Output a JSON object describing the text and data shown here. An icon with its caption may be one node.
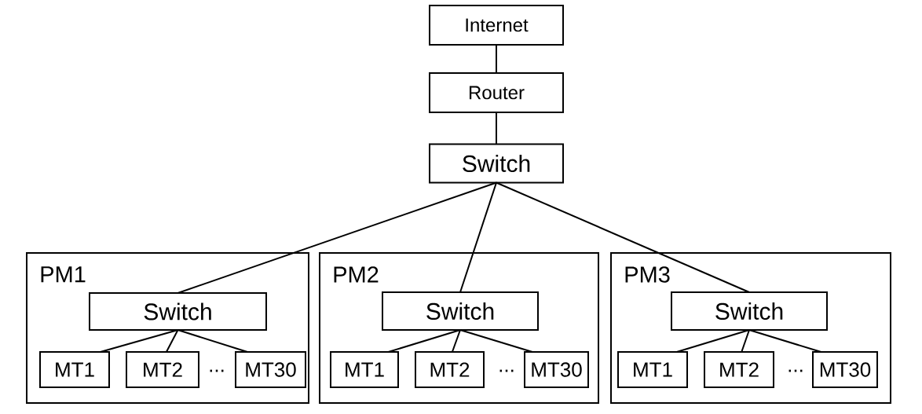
{
  "diagram": {
    "nodes": [
      {
        "text": [
          "Internet"
        ]
      },
      {
        "text": [
          "Router"
        ]
      },
      {
        "text": [
          "Switch"
        ]
      },
      {
        "text": [
          "PM1"
        ]
      },
      {
        "text": [
          "Switch"
        ],
        "in": 3
      },
      {
        "text": [
          "MT1"
        ],
        "in": 3
      },
      {
        "text": [
          "MT2"
        ],
        "in": 3
      },
      {
        "text": [
          "MT30"
        ],
        "in": 3
      },
      {
        "text": [
          "PM2"
        ]
      },
      {
        "text": [
          "Switch"
        ],
        "in": 8
      },
      {
        "text": [
          "MT1"
        ],
        "in": 8
      },
      {
        "text": [
          "MT2"
        ],
        "in": 8
      },
      {
        "text": [
          "MT30"
        ],
        "in": 8
      },
      {
        "text": [
          "PM3"
        ]
      },
      {
        "text": [
          "Switch"
        ],
        "in": 13
      },
      {
        "text": [
          "MT1"
        ],
        "in": 13
      },
      {
        "text": [
          "MT2"
        ],
        "in": 13
      },
      {
        "text": [
          "MT30"
        ],
        "in": 13
      }
    ],
    "edges": [
      {
        "from": 0,
        "to": 1,
        "arrow": "none"
      },
      {
        "from": 1,
        "to": 2,
        "arrow": "none"
      },
      {
        "from": 2,
        "to": 4,
        "arrow": "none"
      },
      {
        "from": 2,
        "to": 9,
        "arrow": "none"
      },
      {
        "from": 2,
        "to": 14,
        "arrow": "none"
      },
      {
        "from": 4,
        "to": 5,
        "arrow": "none"
      },
      {
        "from": 4,
        "to": 6,
        "arrow": "none"
      },
      {
        "from": 4,
        "to": 7,
        "arrow": "none"
      },
      {
        "from": 9,
        "to": 10,
        "arrow": "none"
      },
      {
        "from": 9,
        "to": 11,
        "arrow": "none"
      },
      {
        "from": 9,
        "to": 12,
        "arrow": "none"
      },
      {
        "from": 14,
        "to": 15,
        "arrow": "none"
      },
      {
        "from": 14,
        "to": 16,
        "arrow": "none"
      },
      {
        "from": 14,
        "to": 17,
        "arrow": "none"
      }
    ],
    "labels": [
      "...",
      "...",
      "..."
    ]
  }
}
